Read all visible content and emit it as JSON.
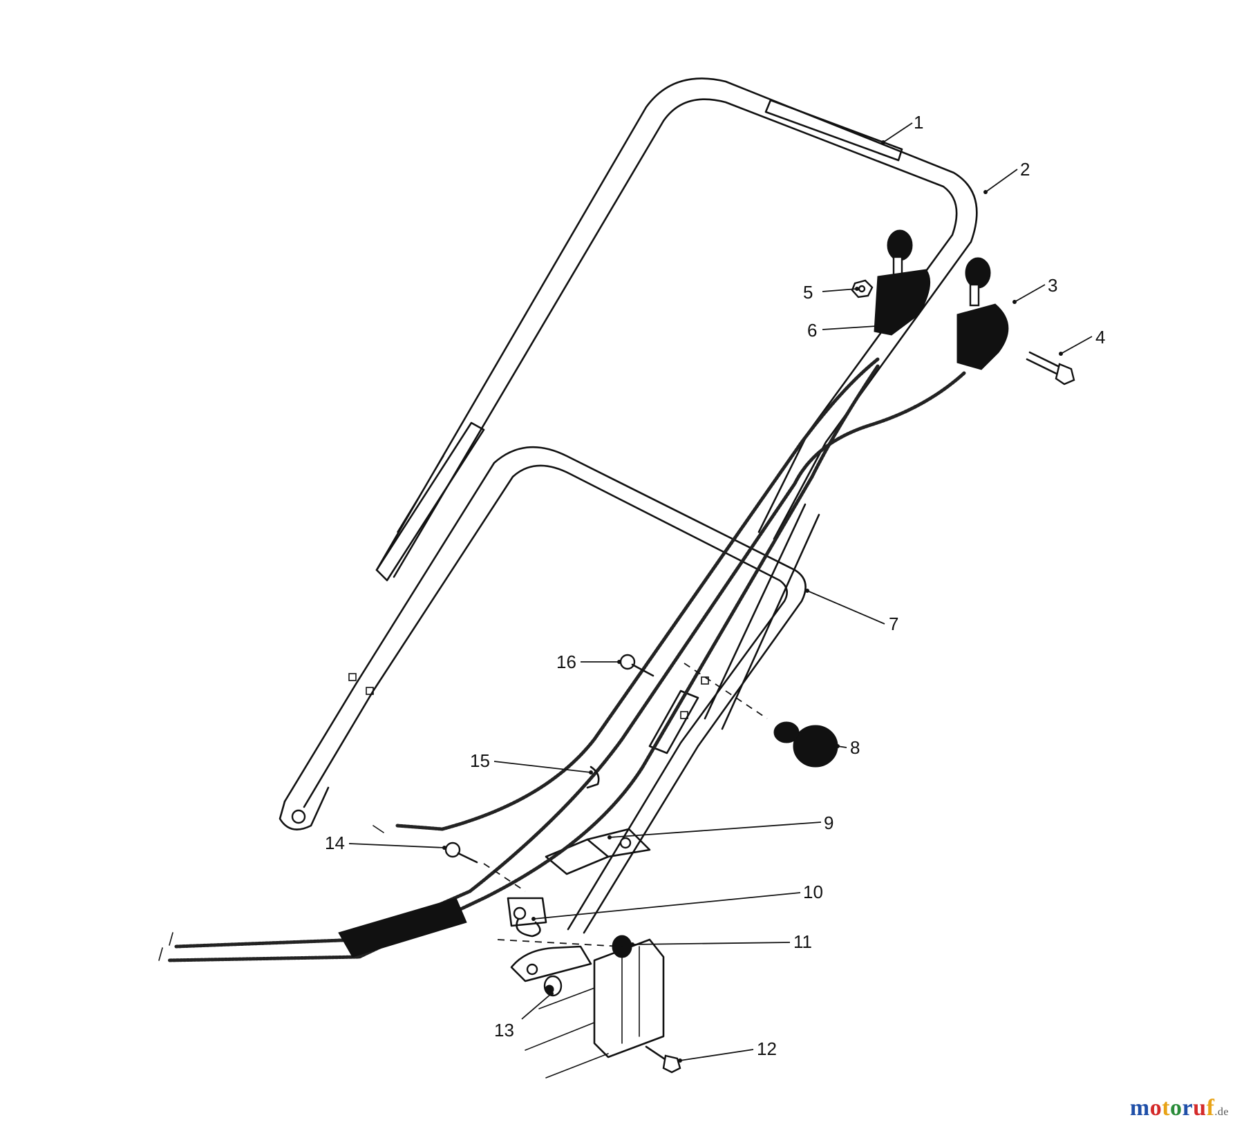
{
  "diagram": {
    "callouts": [
      {
        "id": "1",
        "label": "1"
      },
      {
        "id": "2",
        "label": "2"
      },
      {
        "id": "3",
        "label": "3"
      },
      {
        "id": "4",
        "label": "4"
      },
      {
        "id": "5",
        "label": "5"
      },
      {
        "id": "6",
        "label": "6"
      },
      {
        "id": "7",
        "label": "7"
      },
      {
        "id": "8",
        "label": "8"
      },
      {
        "id": "9",
        "label": "9"
      },
      {
        "id": "10",
        "label": "10"
      },
      {
        "id": "11",
        "label": "11"
      },
      {
        "id": "12",
        "label": "12"
      },
      {
        "id": "13",
        "label": "13"
      },
      {
        "id": "14",
        "label": "14"
      },
      {
        "id": "15",
        "label": "15"
      },
      {
        "id": "16",
        "label": "16"
      }
    ]
  },
  "watermark": {
    "text": "motoruf",
    "suffix": ".de",
    "colors": [
      "#1f4fa8",
      "#d42a2a",
      "#e8a317",
      "#2a8c3a",
      "#1f4fa8",
      "#d42a2a",
      "#e8a317"
    ]
  }
}
